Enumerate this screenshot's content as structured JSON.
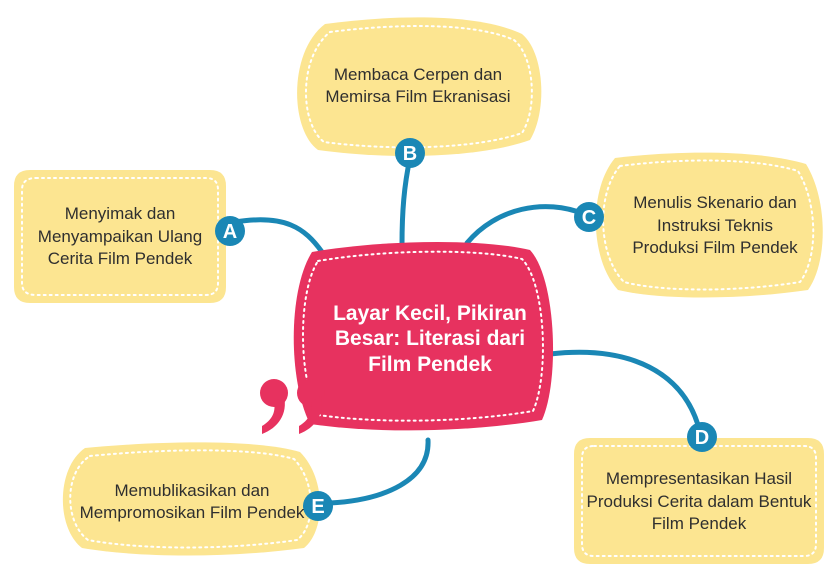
{
  "center": {
    "title": "Layar Kecil, Pikiran Besar: Literasi dari Film Pendek"
  },
  "nodes": {
    "a": {
      "letter": "A",
      "text": "Menyimak dan Menyampaikan Ulang Cerita Film Pendek"
    },
    "b": {
      "letter": "B",
      "text": "Membaca Cerpen dan Memirsa Film Ekranisasi"
    },
    "c": {
      "letter": "C",
      "text": "Menulis Skenario dan Instruksi Teknis Produksi Film Pendek"
    },
    "d": {
      "letter": "D",
      "text": "Mempresentasikan Hasil Produksi Cerita dalam Bentuk Film Pendek"
    },
    "e": {
      "letter": "E",
      "text": "Memublikasikan dan Mempromosikan Film Pendek"
    }
  },
  "colors": {
    "node_fill": "#fce591",
    "center_fill": "#e7325f",
    "connector": "#1a87b5",
    "badge": "#1a87b5",
    "text": "#2f2f2f"
  },
  "icons": {
    "quote": "closing-quote-icon"
  }
}
